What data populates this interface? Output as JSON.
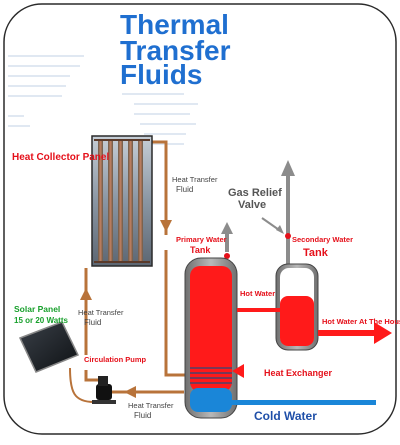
{
  "title": {
    "line1": "Thermal",
    "line2": "Transfer",
    "line3": "Fluids"
  },
  "labels": {
    "heat_collector_panel": "Heat Collector Panel",
    "htf_top": "Heat Transfer",
    "htf_top_2": "Fluid",
    "htf_left": "Heat Transfer",
    "htf_left_2": "Fluid",
    "htf_bottom": "Heat Transfer",
    "htf_bottom_2": "Fluid",
    "gas_relief_1": "Gas Relief",
    "gas_relief_2": "Valve",
    "primary_tank_1": "Primary Water",
    "primary_tank_2": "Tank",
    "secondary_tank_1": "Secondary Water",
    "secondary_tank_2": "Tank",
    "solar_panel_1": "Solar Panel",
    "solar_panel_2": "15 or 20 Watts",
    "circulation_pump": "Circulation Pump",
    "hot_water": "Hot Water",
    "hot_water_house": "Hot Water At The House",
    "heat_exchanger": "Heat Exchanger",
    "cold_water": "Cold Water"
  },
  "colors": {
    "title_blue": "#1f6fd0",
    "label_red": "#e5101a",
    "label_green": "#18a02c",
    "tank_red": "#ff1a1a",
    "pipe_brown": "#b8733a",
    "cold_blue": "#1a86d8",
    "arrow_gray": "#8c8c8c"
  }
}
